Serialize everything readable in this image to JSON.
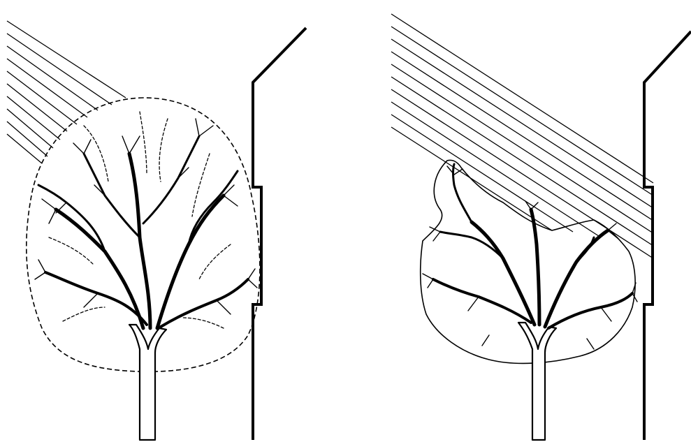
{
  "panels": [
    {
      "id": "left",
      "state": "tree with full canopy"
    },
    {
      "id": "right",
      "state": "tree with bare, pruned canopy"
    }
  ],
  "colors": {
    "ink": "#000000",
    "paper": "#ffffff"
  }
}
